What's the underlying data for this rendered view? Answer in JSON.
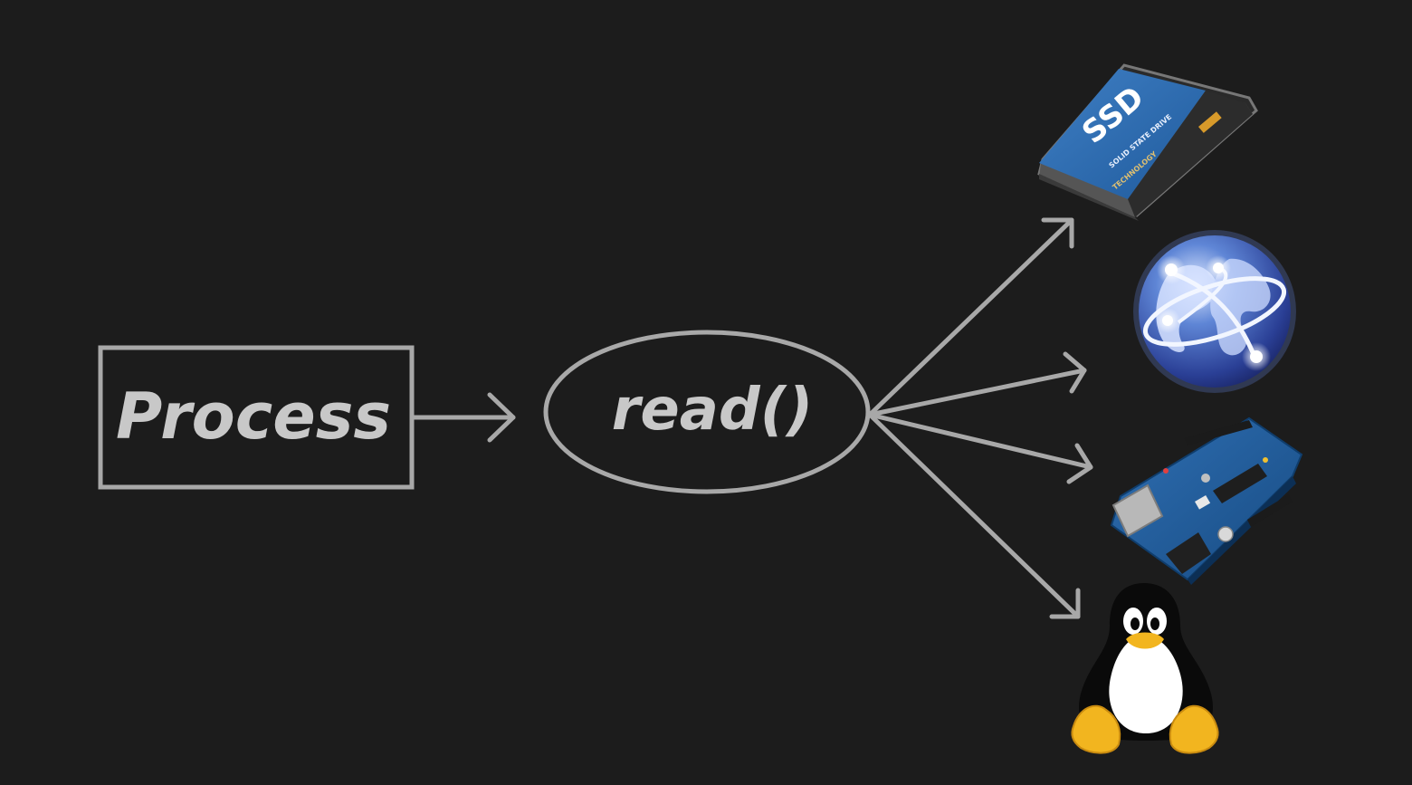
{
  "diagram": {
    "process_label": "Process",
    "call_label": "read()",
    "colors": {
      "background": "#1c1c1c",
      "stroke": "#a8a8a8",
      "text": "#c8c8c8"
    },
    "targets": [
      {
        "name": "ssd",
        "icon": "ssd-drive-icon"
      },
      {
        "name": "network",
        "icon": "globe-network-icon"
      },
      {
        "name": "arduino",
        "icon": "arduino-board-icon"
      },
      {
        "name": "linux",
        "icon": "tux-penguin-icon"
      }
    ],
    "ssd": {
      "brand": "SSD",
      "subtitle": "SOLID STATE DRIVE",
      "tagline": "TECHNOLOGY"
    }
  }
}
